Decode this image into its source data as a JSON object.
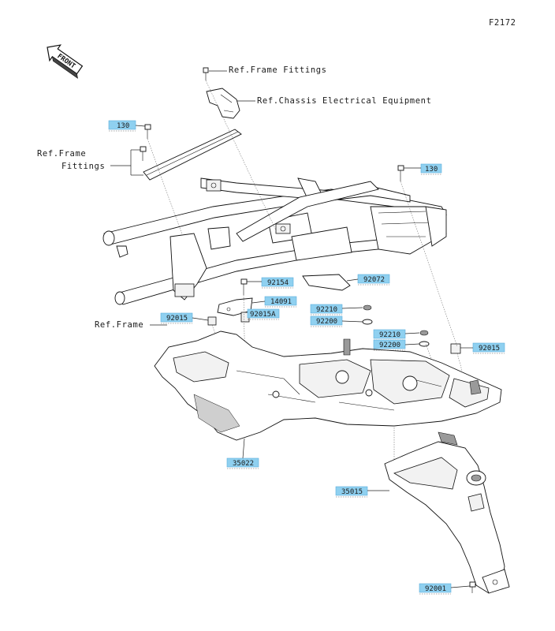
{
  "figure_id": "F2172",
  "front_label": "FRONT",
  "refs": {
    "frame_fittings_top": "Ref.Frame Fittings",
    "chassis_electrical": "Ref.Chassis Electrical Equipment",
    "frame_fittings_left_1": "Ref.Frame",
    "frame_fittings_left_2": "Fittings",
    "frame": "Ref.Frame"
  },
  "parts": [
    {
      "code": "130"
    },
    {
      "code": "130"
    },
    {
      "code": "92154"
    },
    {
      "code": "92072"
    },
    {
      "code": "14091"
    },
    {
      "code": "92015"
    },
    {
      "code": "92015A"
    },
    {
      "code": "92210"
    },
    {
      "code": "92200"
    },
    {
      "code": "92210"
    },
    {
      "code": "92200"
    },
    {
      "code": "92015"
    },
    {
      "code": "35022"
    },
    {
      "code": "35015"
    },
    {
      "code": "92001"
    }
  ]
}
